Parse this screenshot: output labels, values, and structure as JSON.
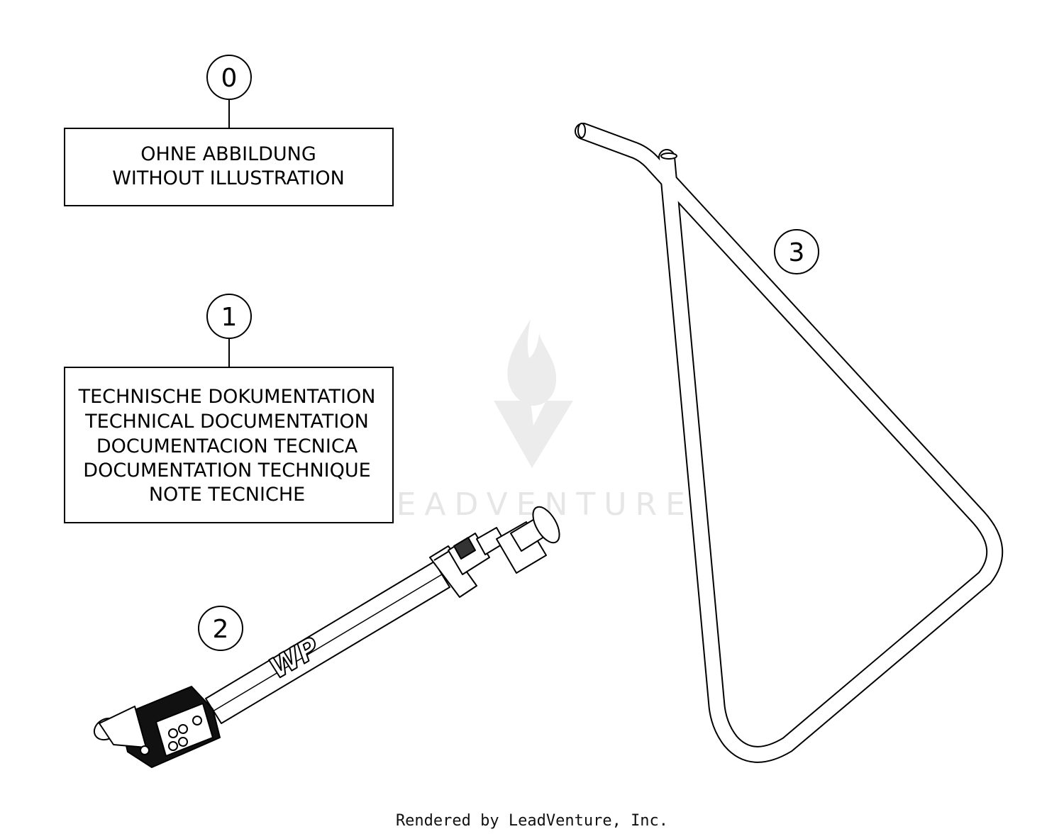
{
  "callouts": {
    "c0": "0",
    "c1": "1",
    "c2": "2",
    "c3": "3"
  },
  "box0": {
    "line1": "OHNE ABBILDUNG",
    "line2": "WITHOUT ILLUSTRATION"
  },
  "box1": {
    "line1": "TECHNISCHE DOKUMENTATION",
    "line2": "TECHNICAL DOCUMENTATION",
    "line3": "DOCUMENTACION TECNICA",
    "line4": "DOCUMENTATION TECHNIQUE",
    "line5": "NOTE TECNICHE"
  },
  "watermark": {
    "text": "LEADVENTURE"
  },
  "footer": {
    "text": "Rendered by LeadVenture, Inc."
  },
  "pump_logo": {
    "text": "WP"
  }
}
